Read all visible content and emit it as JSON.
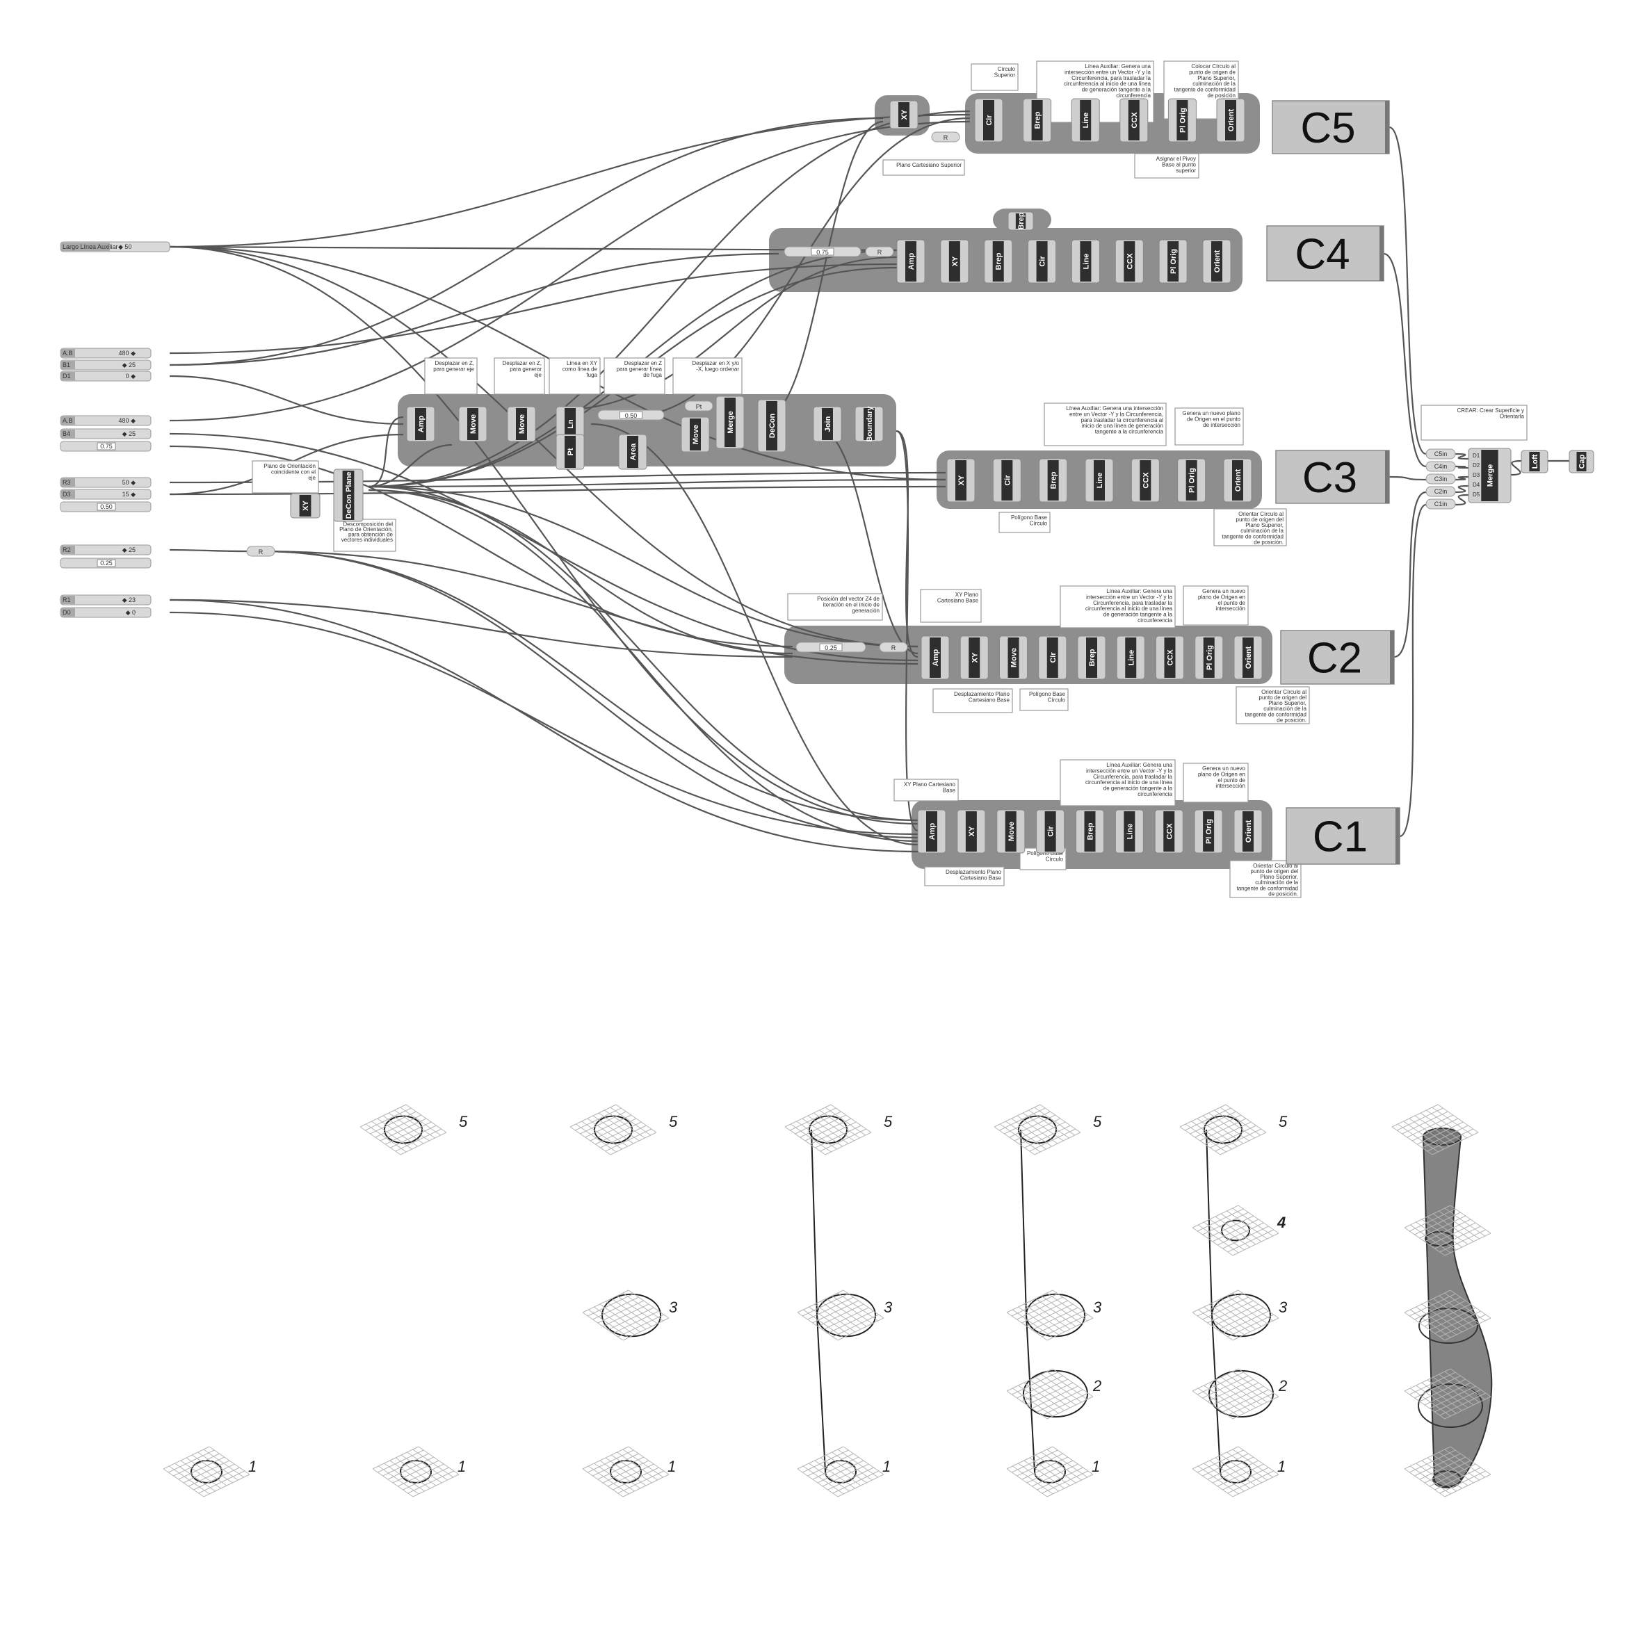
{
  "sliders": [
    {
      "name": "Largo Línea Auxiliar",
      "value": "◆ 50"
    },
    {
      "name": "A.B",
      "value": "480 ◆"
    },
    {
      "name": "B1",
      "value": "◆ 25"
    },
    {
      "name": "D1",
      "value": "0 ◆"
    },
    {
      "name": "A.B",
      "value": "480 ◆"
    },
    {
      "name": "B4",
      "value": "◆ 25"
    },
    {
      "name": "",
      "value": "0.75"
    },
    {
      "name": "R3",
      "value": "50 ◆"
    },
    {
      "name": "D3",
      "value": "15 ◆"
    },
    {
      "name": "",
      "value": "0.50"
    },
    {
      "name": "R2",
      "value": "◆ 25"
    },
    {
      "name": "",
      "value": "0.25"
    },
    {
      "name": "R1",
      "value": "◆ 23"
    },
    {
      "name": "D0",
      "value": "◆ 0"
    }
  ],
  "nodes": {
    "deplane": "DeCon Plane",
    "xy_left": "XY",
    "relay": "R",
    "c5_pre": [
      "XY"
    ],
    "c5": [
      "Cir",
      "Brep",
      "Line",
      "CCX",
      "Pl Orig",
      "Orient"
    ],
    "c4": [
      "Amp",
      "XY",
      "Brep",
      "Cir",
      "Line",
      "CCX",
      "Pl Orig",
      "Orient"
    ],
    "c4_slider": "0.75",
    "middle": [
      "Amp",
      "Move",
      "Move",
      "Ln",
      "Pt",
      "Area",
      "Move",
      "Merge",
      "DeCon",
      "Join",
      "Boundary"
    ],
    "middle_slider": "0.50",
    "middle_relay": "Pt",
    "c3": [
      "XY",
      "Cir",
      "Brep",
      "Line",
      "CCX",
      "Pl Orig",
      "Orient"
    ],
    "c2": [
      "Amp",
      "XY",
      "Move",
      "Cir",
      "Brep",
      "Line",
      "CCX",
      "Pl Orig",
      "Orient"
    ],
    "c2_slider": "0.25",
    "c1": [
      "Amp",
      "XY",
      "Move",
      "Cir",
      "Brep",
      "Line",
      "CCX",
      "Pl Orig",
      "Orient"
    ]
  },
  "outputs": [
    "C5",
    "C4",
    "C3",
    "C2",
    "C1"
  ],
  "merge": {
    "params": [
      "C5in",
      "C4in",
      "C3in",
      "C2in",
      "C1in"
    ],
    "inputs": [
      "D1",
      "D2",
      "D3",
      "D4",
      "D5"
    ],
    "label": "Merge",
    "loft": "Loft",
    "cap": "Cap"
  },
  "panels": [
    "Círculo Superior",
    "Línea Auxiliar: Genera una intersección entre un Vector -Y y la Circunferencia, para trasladar la circunferencia al inicio de una línea de generación tangente a la circunferencia",
    "Colocar Círculo al punto de origen de Plano Superior, culminación de la tangente de conformidad de posición",
    "Asignar el Pivoy Base al punto superior",
    "Plano Cartesiano Superior",
    "Desplazar en Z, para generar eje",
    "Desplazar en Z, para generar eje",
    "Línea en XY como línea de fuga",
    "Desplazar en Z para generar línea de fuga",
    "Desplazar en X y/o -X, luego ordenar",
    "Plano de Orientación coincidente con el eje",
    "Descomposición del Plano de Orientación, para obtención de vectores individuales",
    "Línea Auxiliar: Genera una intersección entre un Vector -Y y la Circunferencia, para trasladar la circunferencia al inicio de una línea de generación tangente a la circunferencia",
    "Genera un nuevo plano de Origen en el punto de intersección",
    "Polígono Base Círculo",
    "Orientar Círculo al punto de origen del Plano Superior, culminación de la tangente de conformidad de posición.",
    "CREAR: Crear Superficie y Orientarla",
    "Posición del vector Z4 de iteración en el inicio de generación",
    "XY Plano Cartesiano Base",
    "Línea Auxiliar: Genera una intersección entre un Vector -Y y la Circunferencia, para trasladar la circunferencia al inicio de una línea de generación tangente a la circunferencia",
    "Genera un nuevo plano de Origen en el punto de intersección",
    "Desplazamiento Plano Cartesiano Base",
    "Polígono Base Círculo",
    "Orientar Círculo al punto de origen del Plano Superior, culminación de la tangente de conformidad de posición.",
    "XY Plano Cartesiano Base",
    "Línea Auxiliar: Genera una intersección entre un Vector -Y y la Circunferencia, para trasladar la circunferencia al inicio de una línea de generación tangente a la circunferencia",
    "Genera un nuevo plano de Origen en el punto de intersección",
    "Desplazamiento Plano Cartesiano Base",
    "Polígono Base Círculo",
    "Orientar Círculo al punto de origen del Plano Superior, culminación de la tangente de conformidad de posición."
  ],
  "diagram": {
    "level_labels": {
      "1": "1",
      "2": "2",
      "3": "3",
      "4": "4",
      "5": "5"
    },
    "columns": [
      {
        "levels": [
          1
        ],
        "rail": false
      },
      {
        "levels": [
          5,
          1
        ],
        "rail": false
      },
      {
        "levels": [
          5,
          3,
          1
        ],
        "rail": false
      },
      {
        "levels": [
          5,
          3,
          1
        ],
        "rail": true
      },
      {
        "levels": [
          5,
          3,
          2,
          1
        ],
        "rail": true
      },
      {
        "levels": [
          5,
          4,
          3,
          2,
          1
        ],
        "rail": true
      },
      {
        "levels": [
          5,
          4,
          3,
          2,
          1
        ],
        "rail": true,
        "surface": true
      }
    ],
    "surface_color": "#6e6e6e"
  }
}
